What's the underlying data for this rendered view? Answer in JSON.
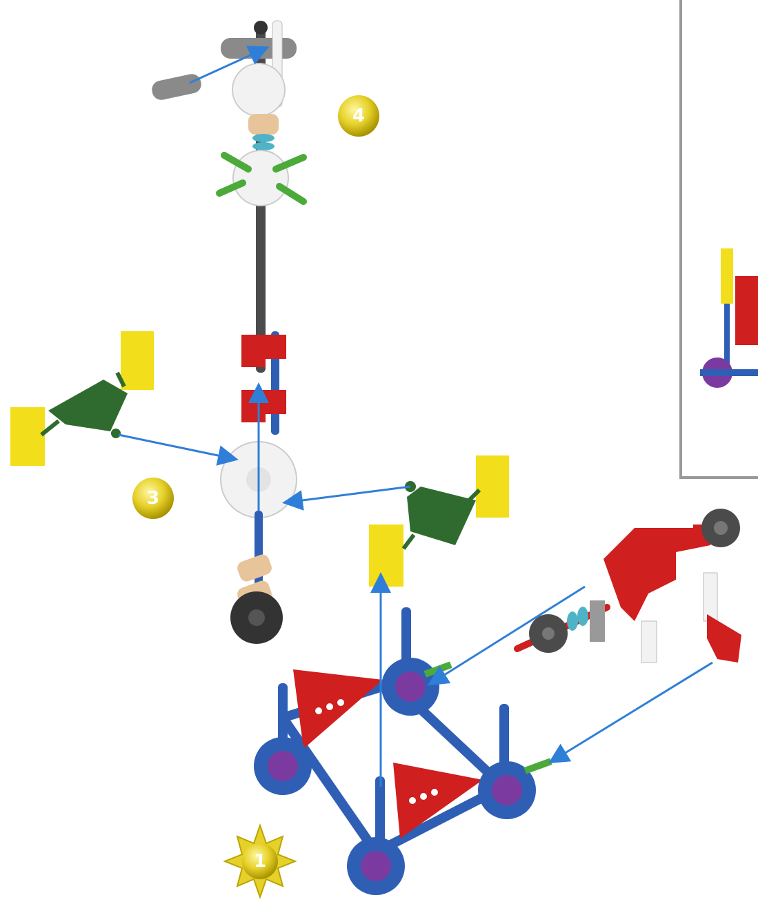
{
  "steps": {
    "step1": "1",
    "step3": "3",
    "step4": "4"
  },
  "colors": {
    "background": "#ffffff",
    "assembly_arrow": "#2f7fd8",
    "badge_yellow": "#e6d12a",
    "rod_blue": "#2f5fb5",
    "rod_dark_gray": "#4b4b4b",
    "connector_white": "#f2f2f2",
    "connector_purple": "#7a3aa0",
    "connector_yellow": "#f2de1a",
    "connector_green": "#2f6b2f",
    "panel_red": "#cf1f1f",
    "gear_black": "#333333",
    "inset_border": "#999999"
  }
}
